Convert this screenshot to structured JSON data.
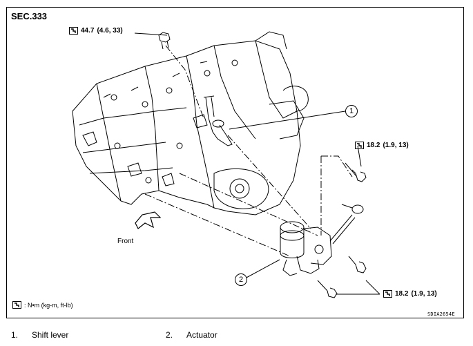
{
  "section": "SEC.333",
  "torques": {
    "top": {
      "value": "44.7",
      "alt": "(4.6,  33)"
    },
    "right_upper": {
      "value": "18.2",
      "alt": "(1.9,  13)"
    },
    "right_lower": {
      "value": "18.2",
      "alt": "(1.9,  13)"
    }
  },
  "callouts": {
    "shift_lever": "1",
    "actuator": "2"
  },
  "front_label": "Front",
  "unit_legend": ": N•m  (kg-m,  ft-lb)",
  "figure_code": "SDIA2654E",
  "captions": [
    {
      "number": "1.",
      "label": "Shift lever"
    },
    {
      "number": "2.",
      "label": "Actuator"
    }
  ],
  "colors": {
    "line": "#000000",
    "background": "#ffffff"
  },
  "icons": {
    "torque": "torque-wrench-icon",
    "front_arrow": "front-arrow-icon"
  }
}
